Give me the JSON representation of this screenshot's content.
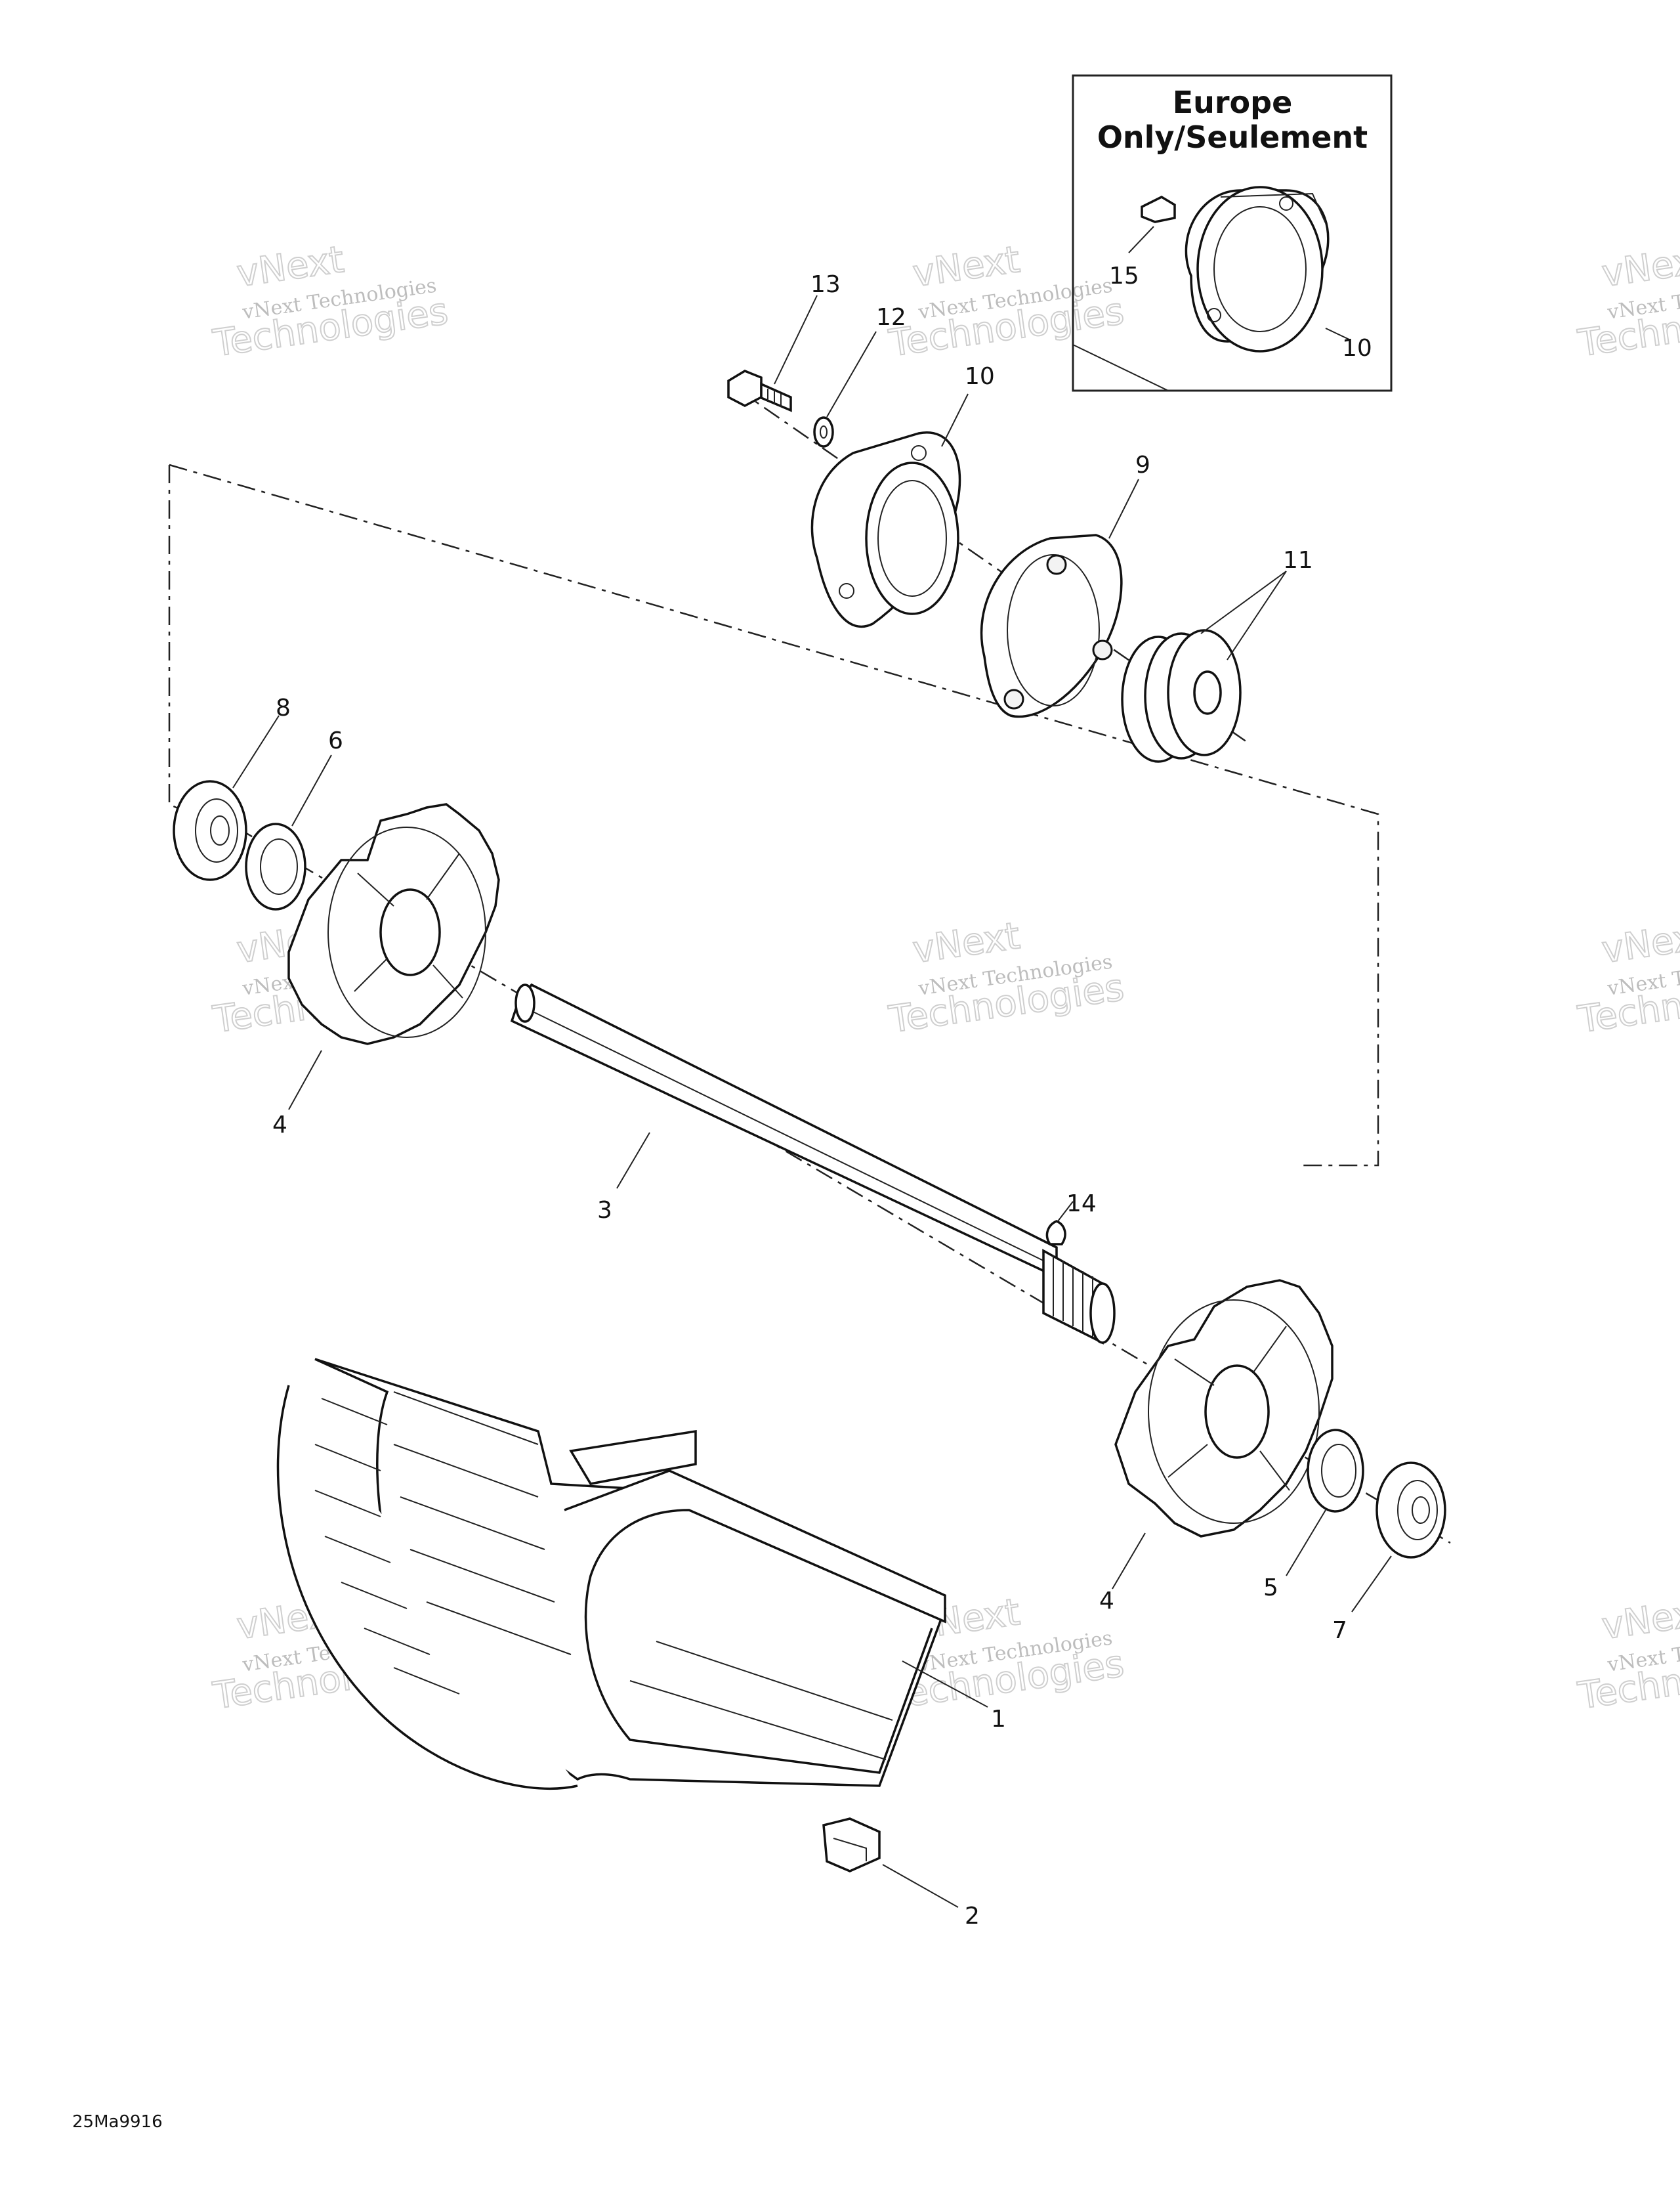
{
  "box": {
    "title_line1": "Europe",
    "title_line2": "Only/Seulement"
  },
  "callouts": {
    "c1": "1",
    "c2": "2",
    "c3": "3",
    "c4a": "4",
    "c4b": "4",
    "c5": "5",
    "c6": "6",
    "c7": "7",
    "c8": "8",
    "c9": "9",
    "c10a": "10",
    "c10b": "10",
    "c11": "11",
    "c12": "12",
    "c13": "13",
    "c14": "14",
    "c15": "15"
  },
  "watermark": {
    "line1": "vNext Technologies",
    "line2": "Technologies",
    "line3": "vNext"
  },
  "figure_code": "25Ma9916",
  "colors": {
    "ink": "#111111",
    "watermark": "#999999",
    "background": "#ffffff"
  }
}
